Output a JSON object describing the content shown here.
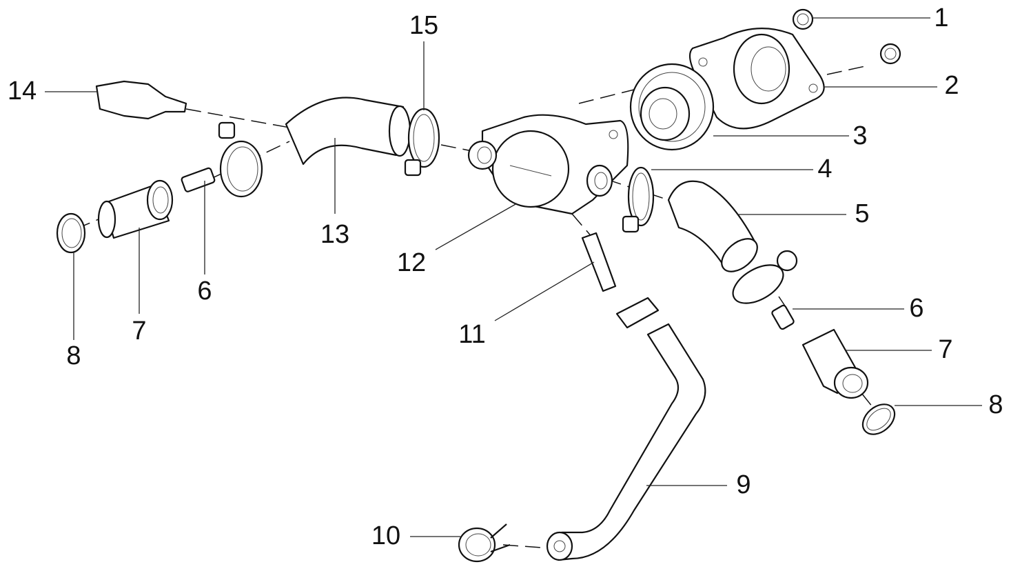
{
  "callouts": {
    "c1": "1",
    "c2": "2",
    "c3": "3",
    "c4": "4",
    "c5": "5",
    "c6r": "6",
    "c7r": "7",
    "c8r": "8",
    "c9": "9",
    "c10": "10",
    "c11": "11",
    "c12": "12",
    "c13": "13",
    "c14": "14",
    "c15": "15",
    "c6l": "6",
    "c7l": "7",
    "c8l": "8"
  }
}
